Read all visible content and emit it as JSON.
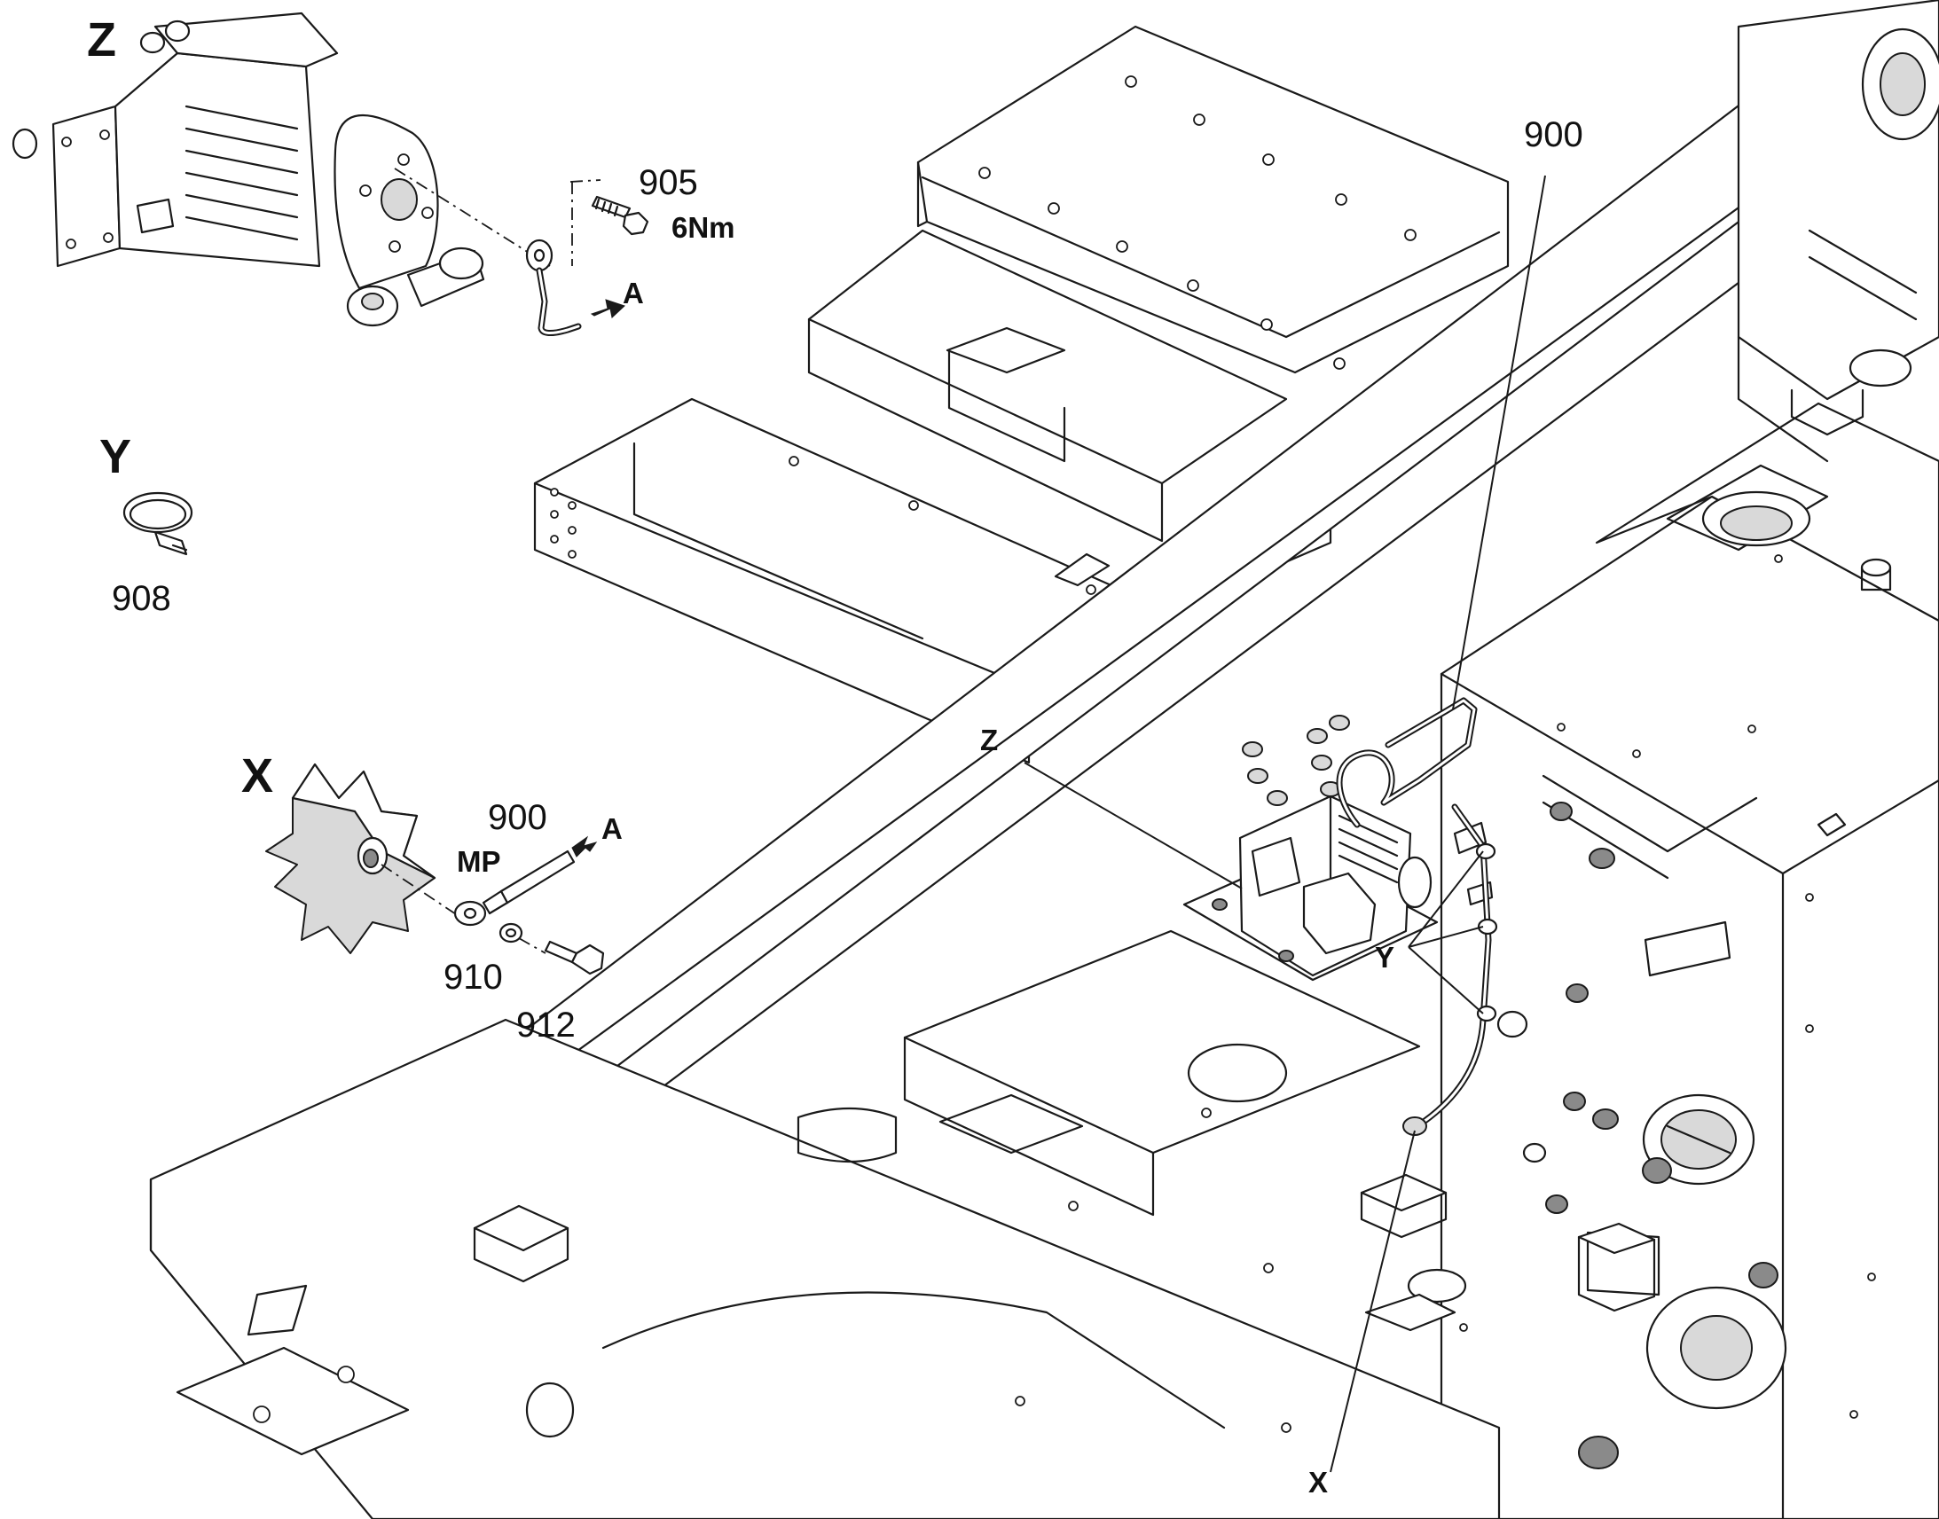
{
  "labels": {
    "detail_z": "Z",
    "detail_y": "Y",
    "detail_x": "X",
    "z_screw_part": "905",
    "z_torque": "6Nm",
    "z_arrow": "A",
    "y_tie_part": "908",
    "x_cable_part": "900",
    "x_mp": "MP",
    "x_arrow": "A",
    "x_washer_part": "910",
    "x_screw_part": "912",
    "main_harness_part": "900",
    "callout_z": "Z",
    "callout_y": "Y",
    "callout_x": "X"
  },
  "icons": {
    "arrow_a": "direction-arrow-icon",
    "cable_tie": "cable-tie-icon",
    "screw": "hex-screw-icon",
    "ring_terminal": "ring-terminal-icon",
    "washer": "washer-icon"
  }
}
